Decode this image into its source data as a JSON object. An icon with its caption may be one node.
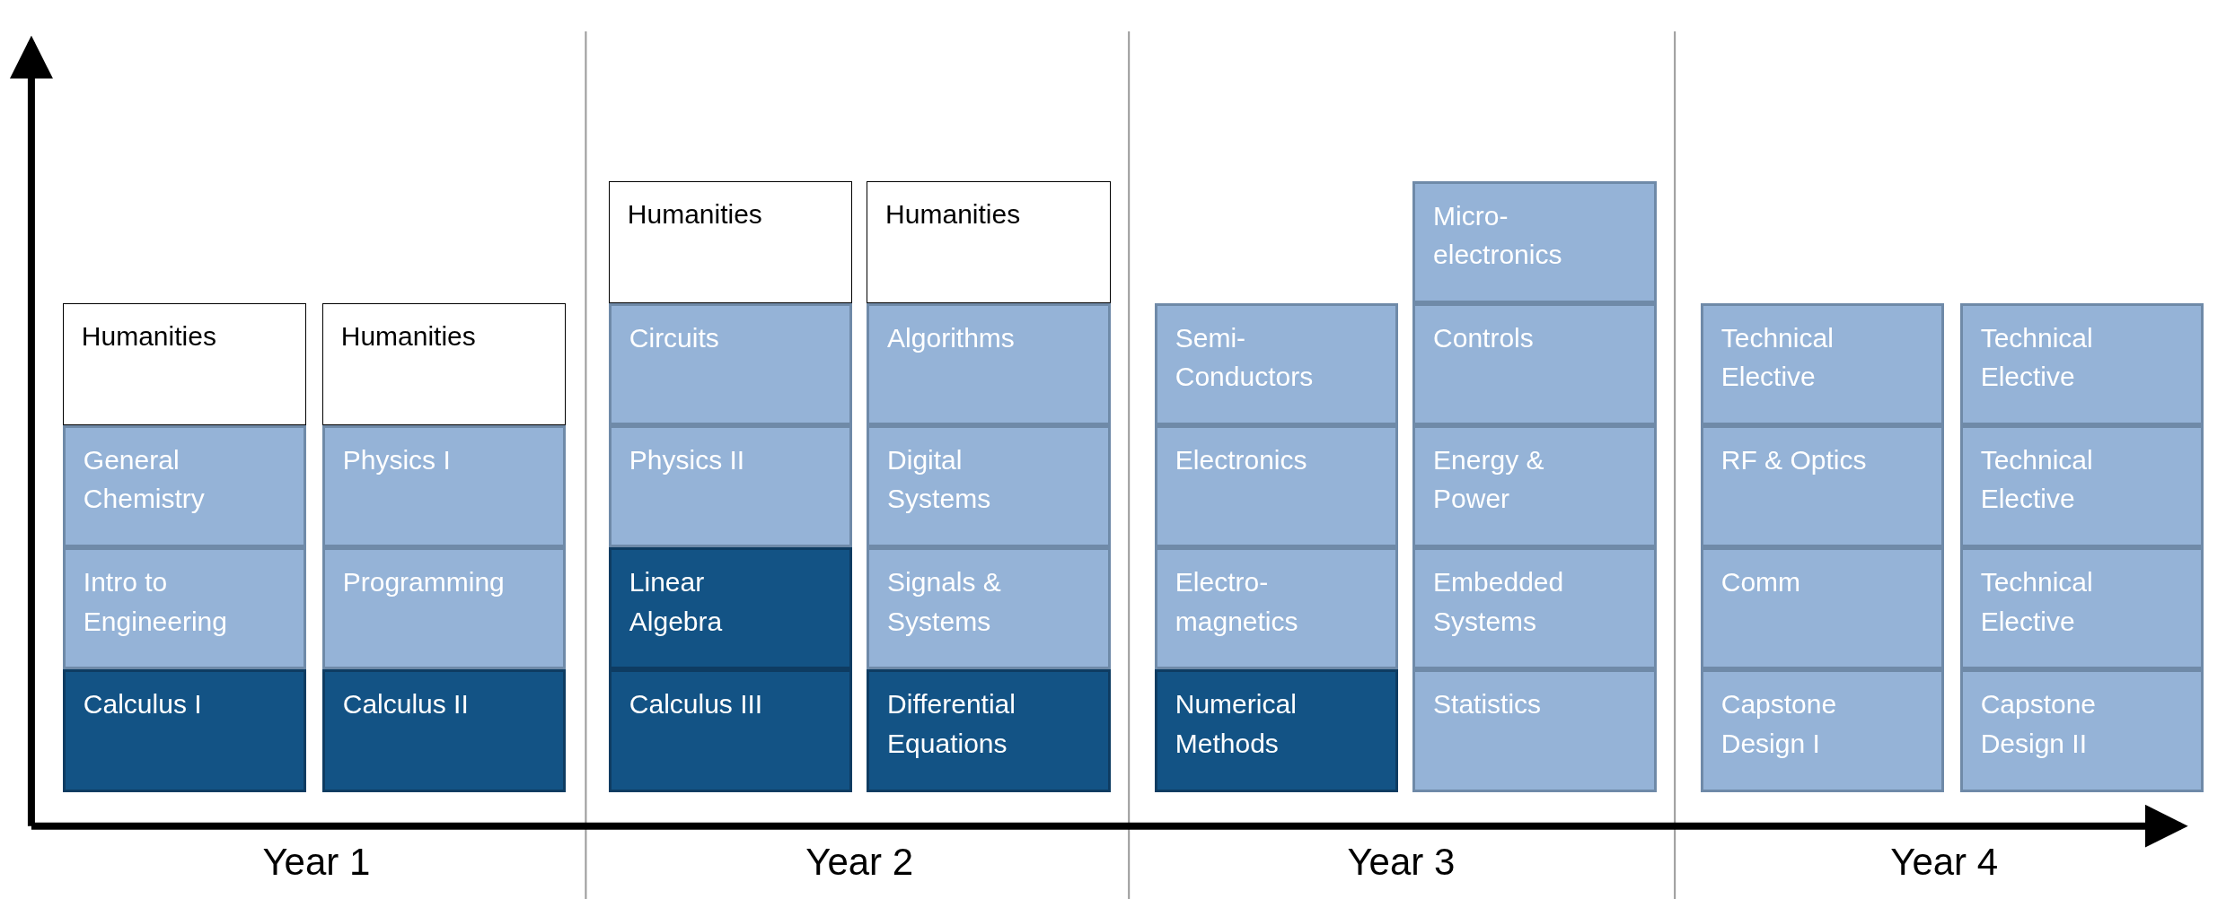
{
  "diagram": {
    "nodes": [
      {
        "text": [
          "Humanities"
        ]
      },
      {
        "text": [
          "General Chemistry"
        ]
      },
      {
        "text": [
          "Intro to Engineering"
        ]
      },
      {
        "text": [
          "Calculus I"
        ]
      },
      {
        "text": [
          "Humanities"
        ]
      },
      {
        "text": [
          "Physics I"
        ]
      },
      {
        "text": [
          "Programming"
        ]
      },
      {
        "text": [
          "Calculus II"
        ]
      },
      {
        "text": [
          "Humanities"
        ]
      },
      {
        "text": [
          "Circuits"
        ]
      },
      {
        "text": [
          "Physics II"
        ]
      },
      {
        "text": [
          "Linear Algebra"
        ]
      },
      {
        "text": [
          "Calculus III"
        ]
      },
      {
        "text": [
          "Humanities"
        ]
      },
      {
        "text": [
          "Algorithms"
        ]
      },
      {
        "text": [
          "Digital Systems"
        ]
      },
      {
        "text": [
          "Signals & Systems"
        ]
      },
      {
        "text": [
          "Differential Equations"
        ]
      },
      {
        "text": [
          "Semi-Conductors"
        ]
      },
      {
        "text": [
          "Electronics"
        ]
      },
      {
        "text": [
          "Electro-magnetics"
        ]
      },
      {
        "text": [
          "Numerical Methods"
        ]
      },
      {
        "text": [
          "Micro-electronics"
        ]
      },
      {
        "text": [
          "Controls"
        ]
      },
      {
        "text": [
          "Energy & Power"
        ]
      },
      {
        "text": [
          "Embedded Systems"
        ]
      },
      {
        "text": [
          "Statistics"
        ]
      },
      {
        "text": [
          "Technical Elective"
        ]
      },
      {
        "text": [
          "RF & Optics"
        ]
      },
      {
        "text": [
          "Comm"
        ]
      },
      {
        "text": [
          "Capstone Design I"
        ]
      },
      {
        "text": [
          "Technical Elective"
        ]
      },
      {
        "text": [
          "Technical Elective"
        ]
      },
      {
        "text": [
          "Technical Elective"
        ]
      },
      {
        "text": [
          "Capstone Design II"
        ]
      }
    ],
    "labels": [
      "Year 1",
      "Year 2",
      "Year 3",
      "Year 4"
    ]
  }
}
